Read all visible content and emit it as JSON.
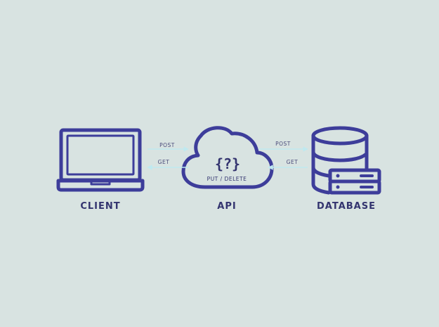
{
  "colors": {
    "background": "#d8e3e1",
    "icon_stroke": "#3d3d9a",
    "label_text": "#33346f",
    "arrow": "#bfe9f0",
    "arrow_text": "#4a4a7a"
  },
  "nodes": {
    "client": {
      "label": "CLIENT",
      "icon": "laptop-icon"
    },
    "api": {
      "label": "API",
      "icon": "cloud-icon",
      "symbol": "{?}",
      "sublabel": "PUT / DELETE"
    },
    "database": {
      "label": "DATABASE",
      "icon": "database-icon"
    }
  },
  "edges": {
    "client_api": {
      "post": "POST",
      "get": "GET"
    },
    "api_database": {
      "post": "POST",
      "get": "GET"
    }
  }
}
